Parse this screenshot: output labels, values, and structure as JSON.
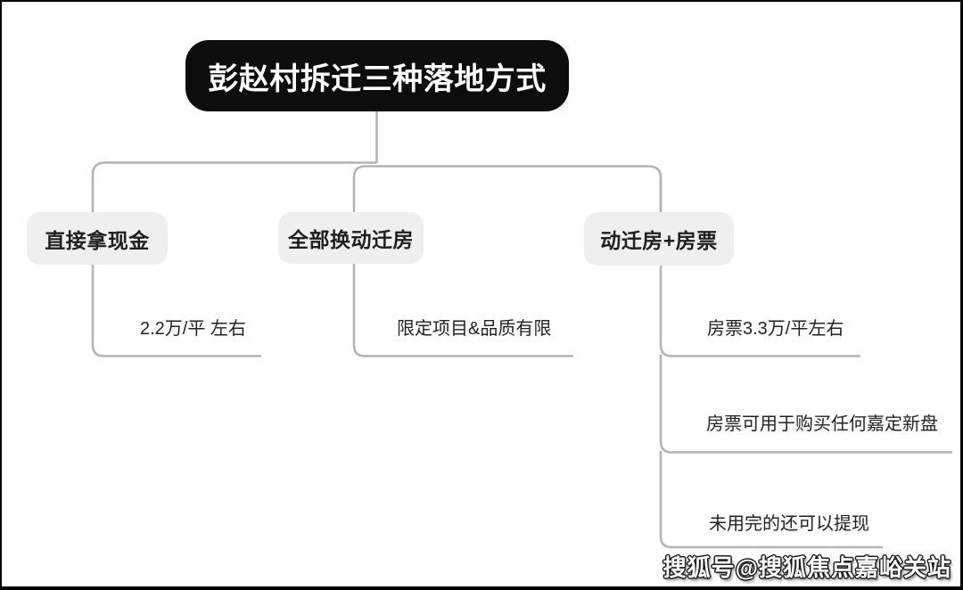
{
  "diagram": {
    "root": {
      "label": "彭赵村拆迁三种落地方式"
    },
    "branches": [
      {
        "label": "直接拿现金",
        "children": [
          {
            "label": "2.2万/平 左右"
          }
        ]
      },
      {
        "label": "全部换动迁房",
        "children": [
          {
            "label": "限定项目&品质有限"
          }
        ]
      },
      {
        "label": "动迁房+房票",
        "children": [
          {
            "label": "房票3.3万/平左右"
          },
          {
            "label": "房票可用于购买任何嘉定新盘"
          },
          {
            "label": "未用完的还可以提现"
          }
        ]
      }
    ]
  },
  "watermark": {
    "text": "搜狐号@搜狐焦点嘉峪关站"
  },
  "colors": {
    "background": "#ffffff",
    "frame": "#000000",
    "root_bg": "#0d0d0d",
    "root_text": "#ffffff",
    "node_bg": "#efefef",
    "node_text": "#1f1f1f",
    "leaf_text": "#222222",
    "line": "#b3b3b3"
  }
}
